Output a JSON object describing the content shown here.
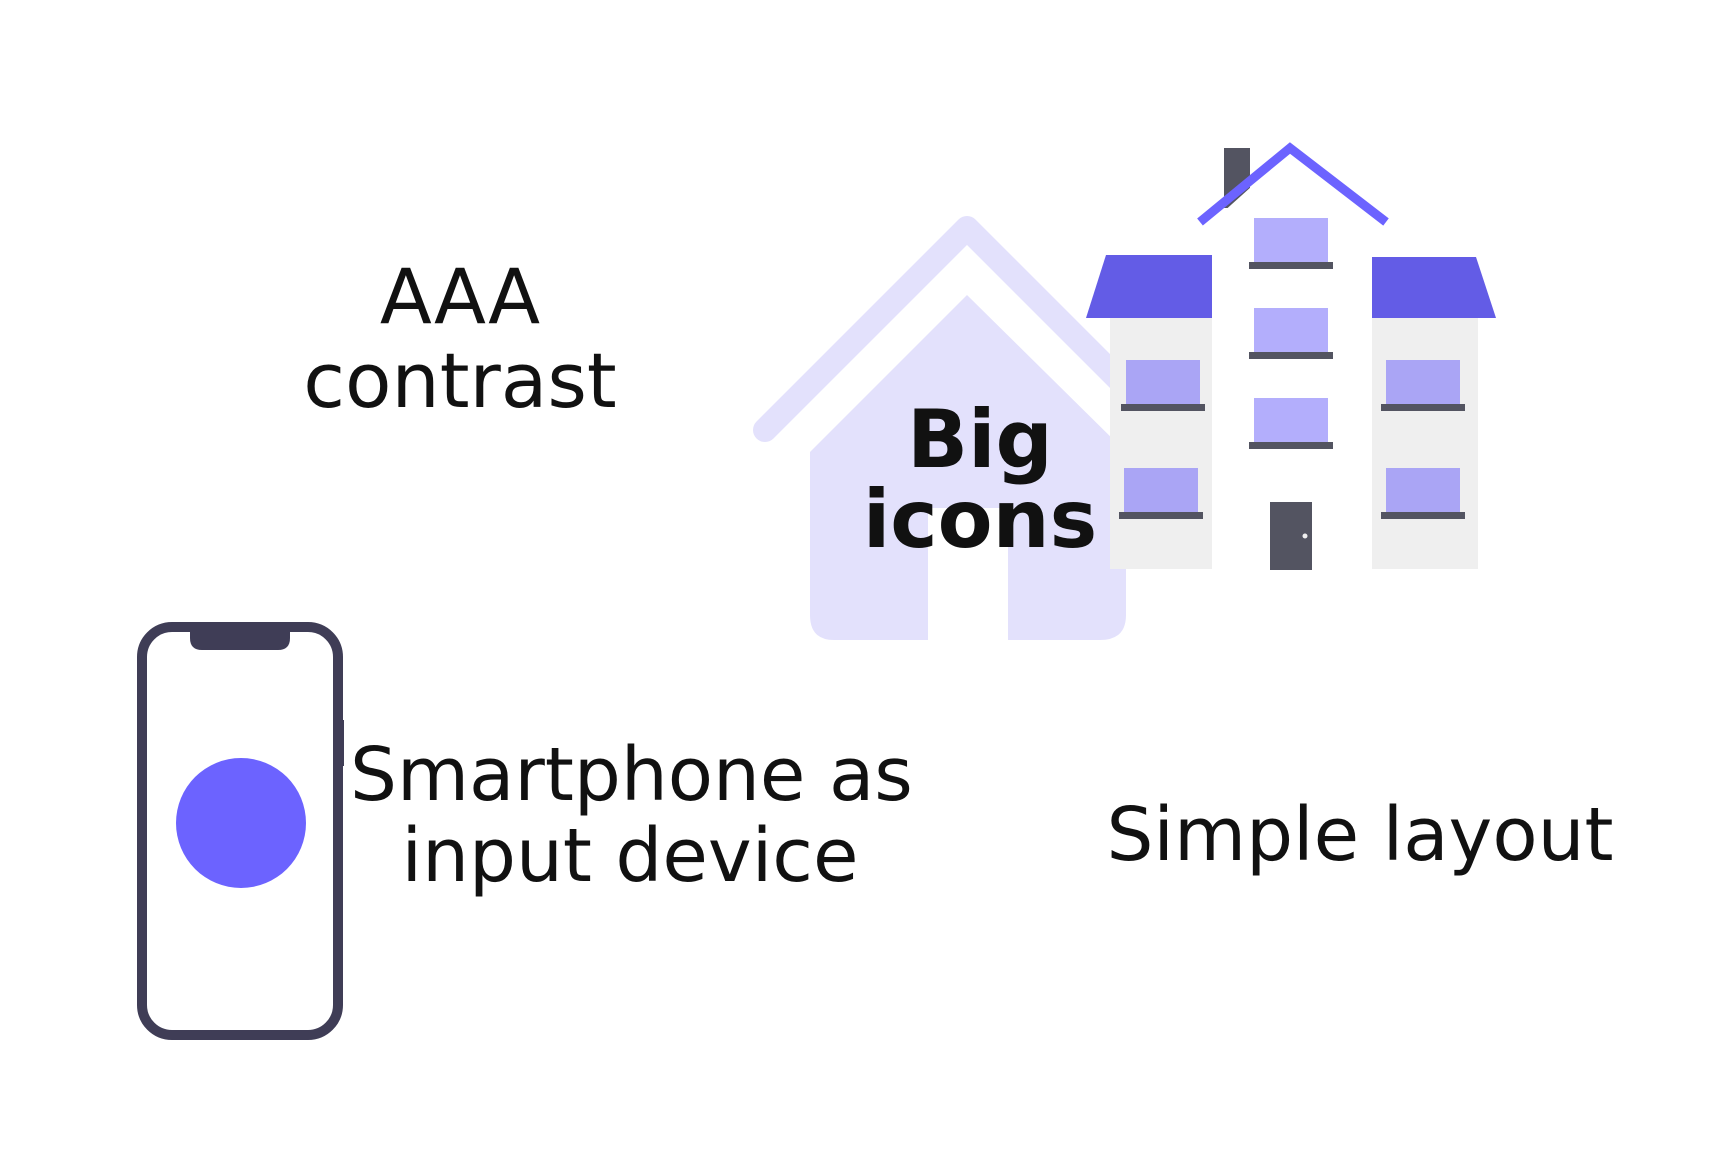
{
  "labels": {
    "aaa_contrast": [
      "AAA",
      "contrast"
    ],
    "big_icons": [
      "Big",
      "icons"
    ],
    "smartphone_input": [
      "Smartphone as",
      "input device"
    ],
    "simple_layout": "Simple layout"
  },
  "icons": {
    "house": "house-icon",
    "building": "apartment-building-icon",
    "smartphone": "smartphone-icon"
  },
  "colors": {
    "accent": "#6c63ff",
    "accent_light": "#e3e1fc",
    "window": "#b3aefc",
    "roof": "#635ce6",
    "dark": "#3f3d56",
    "wall": "#efefef"
  }
}
